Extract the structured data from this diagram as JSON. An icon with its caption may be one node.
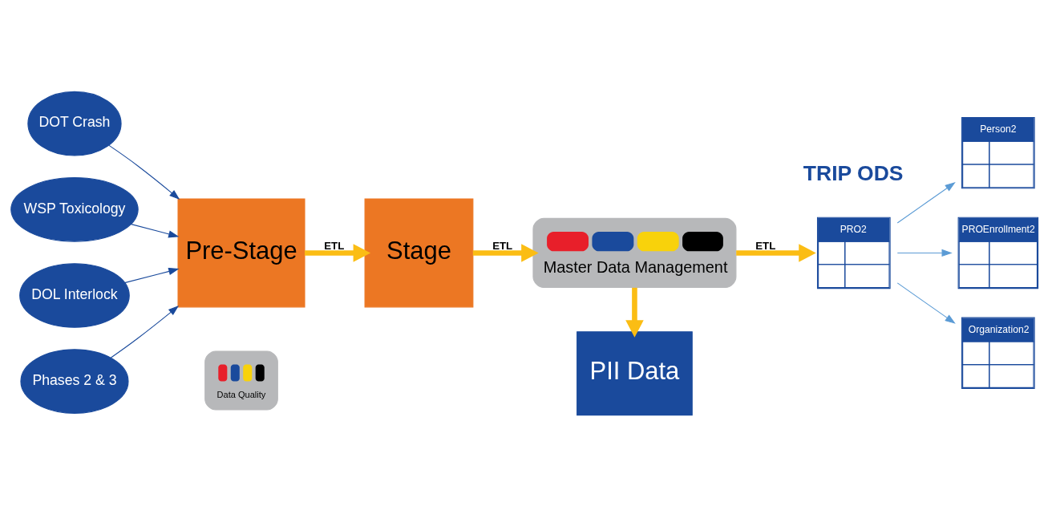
{
  "diagram": {
    "nodes": [
      {
        "text": [
          "DOT Crash"
        ]
      },
      {
        "text": [
          "WSP Toxicology"
        ]
      },
      {
        "text": [
          "DOL Interlock"
        ]
      },
      {
        "text": [
          "Phases 2 & 3"
        ]
      },
      {
        "text": [
          "Pre-Stage"
        ]
      },
      {
        "text": [
          "Data Quality"
        ]
      },
      {
        "text": [
          "Stage"
        ]
      },
      {
        "text": [
          "Master Data Management"
        ]
      },
      {
        "text": [
          "PII Data"
        ]
      },
      {
        "text": [
          "PRO2"
        ]
      },
      {
        "text": [
          "Person2"
        ]
      },
      {
        "text": [
          "PROEnrollment2"
        ]
      },
      {
        "text": [
          "Organization2"
        ]
      }
    ],
    "edges": [
      {
        "from": 0,
        "to": 4,
        "arrow": "to"
      },
      {
        "from": 1,
        "to": 4,
        "arrow": "to"
      },
      {
        "from": 2,
        "to": 4,
        "arrow": "to"
      },
      {
        "from": 3,
        "to": 4,
        "arrow": "to"
      },
      {
        "from": 4,
        "to": 6,
        "arrow": "to",
        "label": "ETL",
        "style": "thick",
        "color": "#fbbd14"
      },
      {
        "from": 6,
        "to": 7,
        "arrow": "to",
        "label": "ETL",
        "style": "thick",
        "color": "#fbbd14"
      },
      {
        "from": 7,
        "to": 9,
        "arrow": "to",
        "label": "ETL",
        "style": "thick",
        "color": "#fbbd14"
      },
      {
        "from": 7,
        "to": 8,
        "arrow": "to",
        "style": "thick",
        "color": "#fbbd14"
      },
      {
        "from": 9,
        "to": 10,
        "arrow": "to",
        "color": "#5b9bd5"
      },
      {
        "from": 9,
        "to": 11,
        "arrow": "to",
        "color": "#5b9bd5"
      },
      {
        "from": 9,
        "to": 12,
        "arrow": "to",
        "color": "#5b9bd5"
      }
    ],
    "labels": [
      "TRIP ODS"
    ]
  }
}
